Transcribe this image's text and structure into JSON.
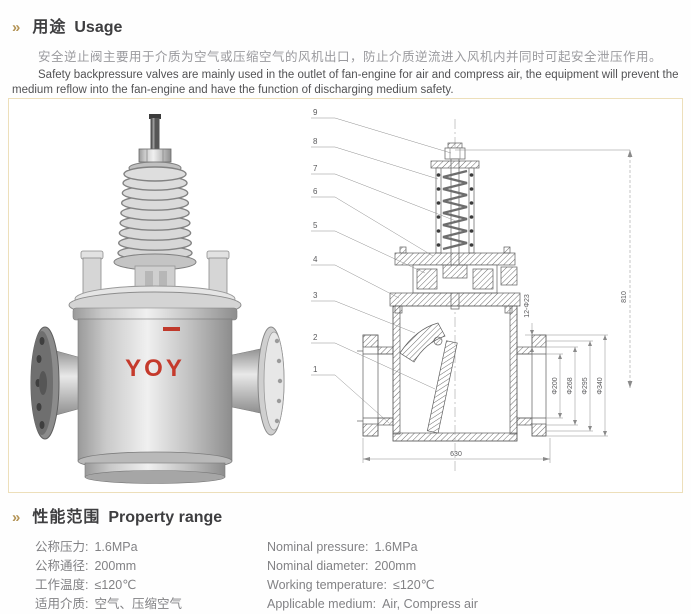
{
  "usage": {
    "marker": "»",
    "title_zh": "用途",
    "title_en": "Usage",
    "body_zh": "安全逆止阀主要用于介质为空气或压缩空气的风机出口，防止介质逆流进入风机内并同时可起安全泄压作用。",
    "body_en": "Safety backpressure valves are mainly used in the outlet of fan-engine for air and compress air, the equipment will prevent the medium reflow into the fan-engine and have the function of discharging medium safety."
  },
  "figure": {
    "photo": {
      "logo": "YOY",
      "logo_color": "#c53a2c"
    },
    "drawing": {
      "part_numbers": [
        "9",
        "8",
        "7",
        "6",
        "5",
        "4",
        "3",
        "2",
        "1"
      ],
      "dim_height": "810",
      "dim_width": "630",
      "dim_bolt_holes": "12-Φ23",
      "dim_d1": "Φ200",
      "dim_d2": "Φ268",
      "dim_d3": "Φ295",
      "dim_d4": "Φ340"
    }
  },
  "property_range": {
    "marker": "»",
    "title_zh": "性能范围",
    "title_en": "Property range",
    "specs_zh": [
      {
        "label": "公称压力:",
        "value": "1.6MPa"
      },
      {
        "label": "公称通径:",
        "value": "200mm"
      },
      {
        "label": "工作温度:",
        "value": "≤120℃"
      },
      {
        "label": "适用介质:",
        "value": "空气、压缩空气"
      }
    ],
    "specs_en": [
      {
        "label": "Nominal  pressure:",
        "value": "1.6MPa"
      },
      {
        "label": "Nominal  diameter:",
        "value": "200mm"
      },
      {
        "label": "Working  temperature:",
        "value": "≤120℃"
      },
      {
        "label": "Applicable  medium:",
        "value": "Air,  Compress  air"
      }
    ]
  }
}
